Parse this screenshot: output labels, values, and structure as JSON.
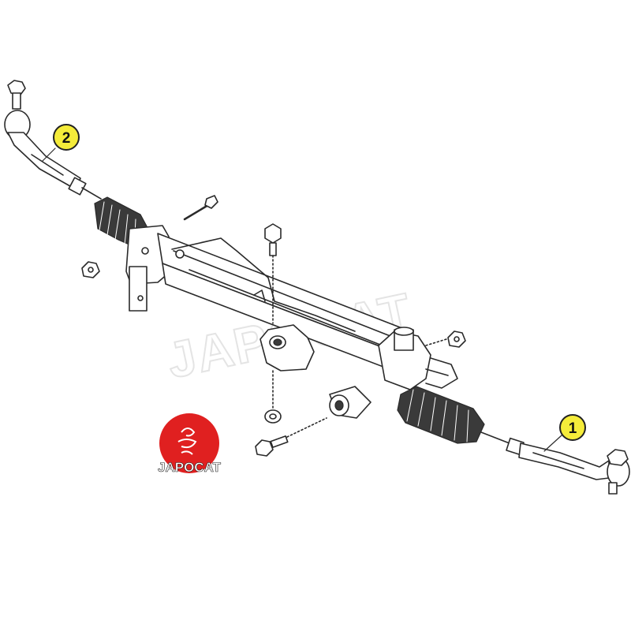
{
  "callouts": [
    {
      "label": "1"
    },
    {
      "label": "2"
    }
  ],
  "watermark": {
    "text": "JAPOCAT"
  },
  "logo": {
    "text": "JAPOCAT",
    "color": "#e02020"
  },
  "colors": {
    "callout_fill": "#f5ec3a",
    "line": "#2a2a2a"
  }
}
